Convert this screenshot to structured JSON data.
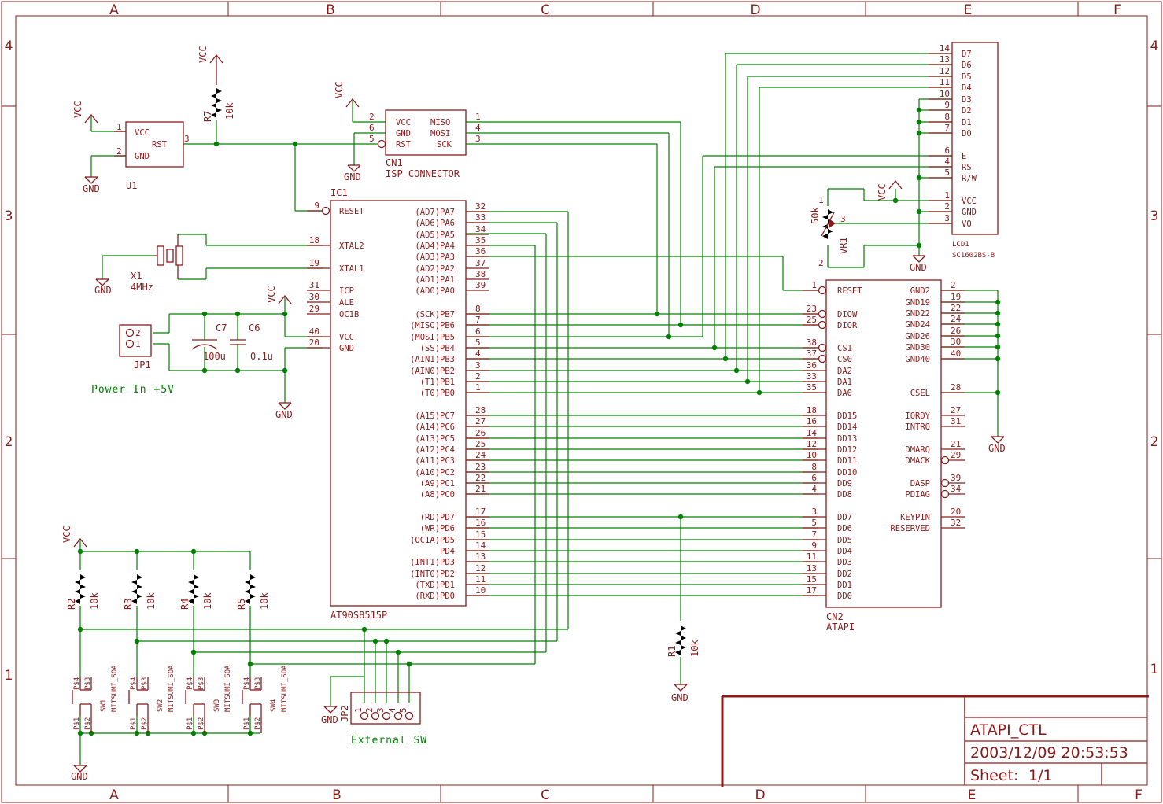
{
  "frame": {
    "columns": [
      "A",
      "B",
      "C",
      "D",
      "E",
      "F"
    ],
    "rows": [
      "4",
      "3",
      "2",
      "1"
    ]
  },
  "title_block": {
    "title": "ATAPI_CTL",
    "date": "2003/12/09 20:53:53",
    "sheet_label": "Sheet:",
    "sheet_value": "1/1"
  },
  "nets": {
    "vcc": "VCC",
    "gnd": "GND"
  },
  "parts": {
    "u1": {
      "ref": "U1",
      "pins": [
        "VCC",
        "RST",
        "GND"
      ],
      "nums": [
        "1",
        "3",
        "2"
      ]
    },
    "r7": {
      "ref": "R7",
      "value": "10k"
    },
    "cn1": {
      "ref": "CN1",
      "name": "ISP_CONNECTOR",
      "pins": [
        "VCC",
        "GND",
        "RST",
        "MISO",
        "MOSI",
        "SCK"
      ],
      "nums": [
        "2",
        "6",
        "5",
        "1",
        "4",
        "3"
      ]
    },
    "ic1": {
      "ref": "IC1",
      "name": "AT90S8515P",
      "left": [
        {
          "label": "RESET",
          "num": "9"
        },
        {
          "label": "XTAL2",
          "num": "18"
        },
        {
          "label": "XTAL1",
          "num": "19"
        },
        {
          "label": "ICP",
          "num": "31"
        },
        {
          "label": "ALE",
          "num": "30"
        },
        {
          "label": "OC1B",
          "num": "29"
        },
        {
          "label": "VCC",
          "num": "40"
        },
        {
          "label": "GND",
          "num": "20"
        }
      ],
      "right": [
        {
          "label": "(AD7)PA7",
          "num": "32"
        },
        {
          "label": "(AD6)PA6",
          "num": "33"
        },
        {
          "label": "(AD5)PA5",
          "num": "34"
        },
        {
          "label": "(AD4)PA4",
          "num": "35"
        },
        {
          "label": "(AD3)PA3",
          "num": "36"
        },
        {
          "label": "(AD2)PA2",
          "num": "37"
        },
        {
          "label": "(AD1)PA1",
          "num": "38"
        },
        {
          "label": "(AD0)PA0",
          "num": "39"
        },
        {
          "label": "(SCK)PB7",
          "num": "8"
        },
        {
          "label": "(MISO)PB6",
          "num": "7"
        },
        {
          "label": "(MOSI)PB5",
          "num": "6"
        },
        {
          "label": "(SS)PB4",
          "num": "5"
        },
        {
          "label": "(AIN1)PB3",
          "num": "4"
        },
        {
          "label": "(AIN0)PB2",
          "num": "3"
        },
        {
          "label": "(T1)PB1",
          "num": "2"
        },
        {
          "label": "(T0)PB0",
          "num": "1"
        },
        {
          "label": "(A15)PC7",
          "num": "28"
        },
        {
          "label": "(A14)PC6",
          "num": "27"
        },
        {
          "label": "(A13)PC5",
          "num": "26"
        },
        {
          "label": "(A12)PC4",
          "num": "25"
        },
        {
          "label": "(A11)PC3",
          "num": "24"
        },
        {
          "label": "(A10)PC2",
          "num": "23"
        },
        {
          "label": "(A9)PC1",
          "num": "22"
        },
        {
          "label": "(A8)PC0",
          "num": "21"
        },
        {
          "label": "(RD)PD7",
          "num": "17"
        },
        {
          "label": "(WR)PD6",
          "num": "16"
        },
        {
          "label": "(OC1A)PD5",
          "num": "15"
        },
        {
          "label": "PD4",
          "num": "14"
        },
        {
          "label": "(INT1)PD3",
          "num": "13"
        },
        {
          "label": "(INT0)PD2",
          "num": "12"
        },
        {
          "label": "(TXD)PD1",
          "num": "11"
        },
        {
          "label": "(RXD)PD0",
          "num": "10"
        }
      ]
    },
    "cn2": {
      "ref": "CN2",
      "name": "ATAPI",
      "left": [
        {
          "label": "RESET",
          "num": "1"
        },
        {
          "label": "DIOW",
          "num": "23"
        },
        {
          "label": "DIOR",
          "num": "25"
        },
        {
          "label": "CS1",
          "num": "38"
        },
        {
          "label": "CS0",
          "num": "37"
        },
        {
          "label": "DA2",
          "num": "36"
        },
        {
          "label": "DA1",
          "num": "33"
        },
        {
          "label": "DA0",
          "num": "35"
        },
        {
          "label": "DD15",
          "num": "18"
        },
        {
          "label": "DD14",
          "num": "16"
        },
        {
          "label": "DD13",
          "num": "14"
        },
        {
          "label": "DD12",
          "num": "12"
        },
        {
          "label": "DD11",
          "num": "10"
        },
        {
          "label": "DD10",
          "num": "8"
        },
        {
          "label": "DD9",
          "num": "6"
        },
        {
          "label": "DD8",
          "num": "4"
        },
        {
          "label": "DD7",
          "num": "3"
        },
        {
          "label": "DD6",
          "num": "5"
        },
        {
          "label": "DD5",
          "num": "7"
        },
        {
          "label": "DD4",
          "num": "9"
        },
        {
          "label": "DD3",
          "num": "11"
        },
        {
          "label": "DD2",
          "num": "13"
        },
        {
          "label": "DD1",
          "num": "15"
        },
        {
          "label": "DD0",
          "num": "17"
        }
      ],
      "right": [
        {
          "label": "GND2",
          "num": "2"
        },
        {
          "label": "GND19",
          "num": "19"
        },
        {
          "label": "GND22",
          "num": "22"
        },
        {
          "label": "GND24",
          "num": "24"
        },
        {
          "label": "GND26",
          "num": "26"
        },
        {
          "label": "GND30",
          "num": "30"
        },
        {
          "label": "GND40",
          "num": "40"
        },
        {
          "label": "CSEL",
          "num": "28"
        },
        {
          "label": "IORDY",
          "num": "27"
        },
        {
          "label": "INTRQ",
          "num": "31"
        },
        {
          "label": "DMARQ",
          "num": "21"
        },
        {
          "label": "DMACK",
          "num": "29"
        },
        {
          "label": "DASP",
          "num": "39"
        },
        {
          "label": "PDIAG",
          "num": "34"
        },
        {
          "label": "KEYPIN",
          "num": "20"
        },
        {
          "label": "RESERVED",
          "num": "32"
        }
      ]
    },
    "lcd1": {
      "ref": "LCD1",
      "name": "SC1602BS-B",
      "pins": [
        {
          "label": "D7",
          "num": "14"
        },
        {
          "label": "D6",
          "num": "13"
        },
        {
          "label": "D5",
          "num": "12"
        },
        {
          "label": "D4",
          "num": "11"
        },
        {
          "label": "D3",
          "num": "10"
        },
        {
          "label": "D2",
          "num": "9"
        },
        {
          "label": "D1",
          "num": "8"
        },
        {
          "label": "D0",
          "num": "7"
        },
        {
          "label": "E",
          "num": "6"
        },
        {
          "label": "RS",
          "num": "4"
        },
        {
          "label": "R/W",
          "num": "5"
        },
        {
          "label": "VCC",
          "num": "1"
        },
        {
          "label": "GND",
          "num": "2"
        },
        {
          "label": "VO",
          "num": "3"
        }
      ]
    },
    "vr1": {
      "ref": "VR1",
      "value": "50k",
      "nums": [
        "1",
        "3",
        "2"
      ]
    },
    "x1": {
      "ref": "X1",
      "value": "4MHz"
    },
    "c7": {
      "ref": "C7",
      "value": "100u"
    },
    "c6": {
      "ref": "C6",
      "value": "0.1u"
    },
    "jp1": {
      "ref": "JP1",
      "note": "Power In +5V",
      "nums": [
        "2",
        "1"
      ]
    },
    "resistors": [
      {
        "ref": "R2",
        "value": "10k"
      },
      {
        "ref": "R3",
        "value": "10k"
      },
      {
        "ref": "R4",
        "value": "10k"
      },
      {
        "ref": "R5",
        "value": "10k"
      }
    ],
    "r1": {
      "ref": "R1",
      "value": "10k"
    },
    "switches": [
      {
        "ref": "SW1",
        "type": "MITSUMI_SOA"
      },
      {
        "ref": "SW2",
        "type": "MITSUMI_SOA"
      },
      {
        "ref": "SW3",
        "type": "MITSUMI_SOA"
      },
      {
        "ref": "SW4",
        "type": "MITSUMI_SOA"
      }
    ],
    "switch_pins": [
      "P$4",
      "P$3",
      "P$1",
      "P$2"
    ],
    "jp2": {
      "ref": "JP2",
      "note": "External SW",
      "nums": [
        "1",
        "2",
        "3",
        "4",
        "5"
      ]
    }
  }
}
